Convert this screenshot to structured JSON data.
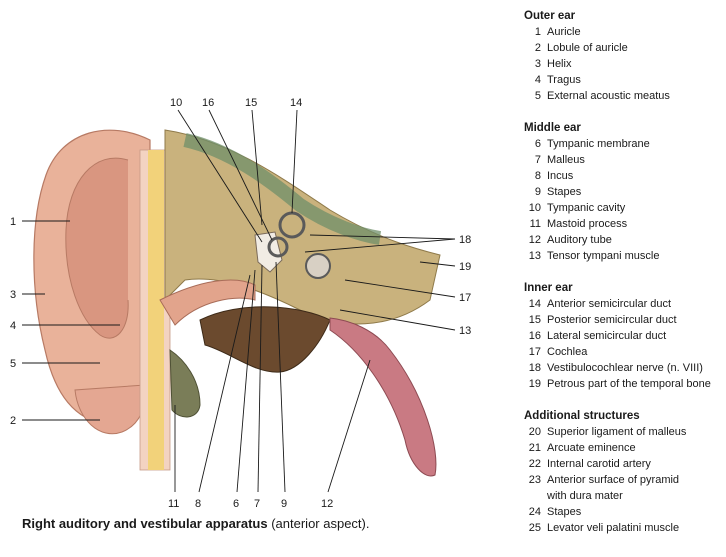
{
  "caption": {
    "bold": "Right auditory and vestibular apparatus",
    "rest": " (anterior aspect)."
  },
  "legend": [
    {
      "heading": "Outer ear",
      "items": [
        {
          "num": "1",
          "label": "Auricle"
        },
        {
          "num": "2",
          "label": "Lobule of auricle"
        },
        {
          "num": "3",
          "label": "Helix"
        },
        {
          "num": "4",
          "label": "Tragus"
        },
        {
          "num": "5",
          "label": "External acoustic meatus"
        }
      ]
    },
    {
      "heading": "Middle ear",
      "items": [
        {
          "num": "6",
          "label": "Tympanic membrane"
        },
        {
          "num": "7",
          "label": "Malleus"
        },
        {
          "num": "8",
          "label": "Incus"
        },
        {
          "num": "9",
          "label": "Stapes"
        },
        {
          "num": "10",
          "label": "Tympanic cavity"
        },
        {
          "num": "11",
          "label": "Mastoid process"
        },
        {
          "num": "12",
          "label": "Auditory tube"
        },
        {
          "num": "13",
          "label": "Tensor tympani muscle"
        }
      ]
    },
    {
      "heading": "Inner ear",
      "items": [
        {
          "num": "14",
          "label": "Anterior semicircular duct"
        },
        {
          "num": "15",
          "label": "Posterior semicircular duct"
        },
        {
          "num": "16",
          "label": "Lateral semicircular duct"
        },
        {
          "num": "17",
          "label": "Cochlea"
        },
        {
          "num": "18",
          "label": "Vestibulocochlear nerve (n. VIII)"
        },
        {
          "num": "19",
          "label": "Petrous part of the temporal bone"
        }
      ]
    },
    {
      "heading": "Additional structures",
      "items": [
        {
          "num": "20",
          "label": "Superior ligament of malleus"
        },
        {
          "num": "21",
          "label": "Arcuate eminence"
        },
        {
          "num": "22",
          "label": "Internal carotid artery"
        },
        {
          "num": "23",
          "label": "Anterior surface of pyramid\nwith dura mater"
        },
        {
          "num": "24",
          "label": "Stapes"
        },
        {
          "num": "25",
          "label": "Levator veli palatini muscle"
        }
      ]
    }
  ],
  "callouts": {
    "c1": "1",
    "c2": "2",
    "c3": "3",
    "c4": "4",
    "c5": "5",
    "c6": "6",
    "c7": "7",
    "c8": "8",
    "c9": "9",
    "c10": "10",
    "c11": "11",
    "c12": "12",
    "c13": "13",
    "c14": "14",
    "c15": "15",
    "c16": "16",
    "c17": "17",
    "c18": "18",
    "c19": "19"
  }
}
